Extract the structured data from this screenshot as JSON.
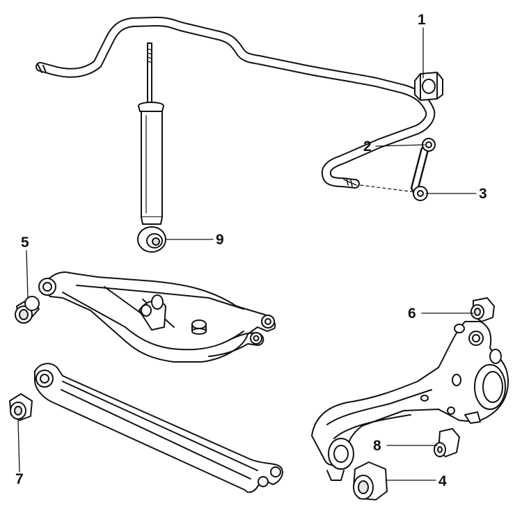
{
  "callouts": [
    {
      "id": "c1",
      "label": "1"
    },
    {
      "id": "c2",
      "label": "2"
    },
    {
      "id": "c3",
      "label": "3"
    },
    {
      "id": "c4",
      "label": "4"
    },
    {
      "id": "c5",
      "label": "5"
    },
    {
      "id": "c6",
      "label": "6"
    },
    {
      "id": "c7",
      "label": "7"
    },
    {
      "id": "c8",
      "label": "8"
    },
    {
      "id": "c9",
      "label": "9"
    }
  ],
  "colors": {
    "line": "#111111",
    "fill": "#ffffff",
    "shade": "#e6e6e6"
  }
}
